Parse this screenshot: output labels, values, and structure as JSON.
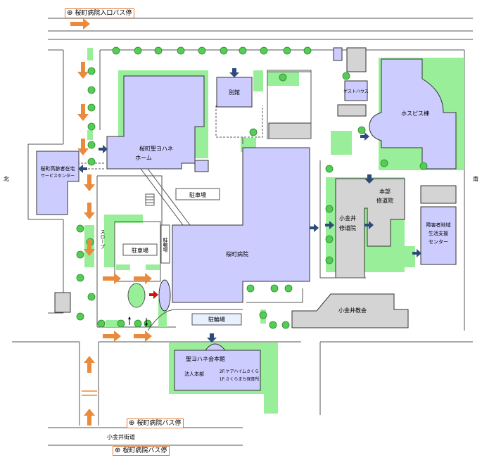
{
  "colors": {
    "building": "#ccccff",
    "green": "#99ee99",
    "gray": "#d4d4d4",
    "arrow_orange": "#ea8a3c",
    "arrow_blue": "#2d4b7a",
    "arrow_red": "#cc1111",
    "tree": "#55cc55"
  },
  "bus_stops": {
    "north": "桜町病院入口バス停",
    "south_1": "桜町病院バス停",
    "south_2": "桜町病院バス停",
    "symbol": "⊕"
  },
  "directions": {
    "north": "北",
    "south": "南"
  },
  "buildings": {
    "seiyohane_home_1": "桜町聖ヨハネ",
    "seiyohane_home_2": "ホーム",
    "annex": "別館",
    "guest_house": "ゲストハウス",
    "hospice": "ホスピス棟",
    "elderly_center_1": "桜町高齢者在宅",
    "elderly_center_2": "サービスセンター",
    "honbu_1": "本部",
    "honbu_2": "修道院",
    "koganei_1": "小金井",
    "koganei_2": "修道院",
    "support_center_1": "障害者地域",
    "support_center_2": "生活支援",
    "support_center_3": "センター",
    "hospital": "桜町病院",
    "church": "小金井教会",
    "hall_title": "聖ヨハネ会本館",
    "hall_hq": "法人本部",
    "hall_2f": "2F:ケアハイムさくら",
    "hall_1f": "1F:さくらまち保育所"
  },
  "areas": {
    "parking_1": "駐車場",
    "parking_2": "駐車場",
    "bike_parking_1": "駐輪場",
    "bike_parking_2": "駐輪場",
    "slope": "スロープ"
  },
  "roads": {
    "koganei_kaido": "小金井街道"
  }
}
